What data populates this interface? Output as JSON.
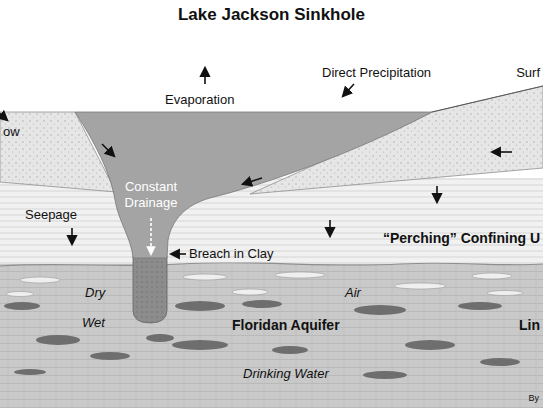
{
  "diagram": {
    "title": "Lake Jackson Sinkhole",
    "labels": [
      "ow",
      "Evaporation",
      "Direct Precipitation",
      "Surf",
      "Constant Drainage",
      "Seepage",
      "Breach in Clay",
      "“Perching” Confining U",
      "Dry",
      "Air",
      "Wet",
      "Floridan Aquifer",
      "Lin",
      "Drinking Water",
      "By"
    ]
  }
}
